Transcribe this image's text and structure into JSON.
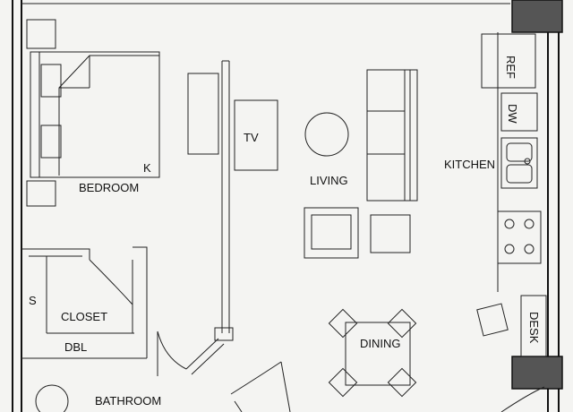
{
  "plan": {
    "rooms": {
      "bedroom": "BEDROOM",
      "living": "LIVING",
      "kitchen": "KITCHEN",
      "closet": "CLOSET",
      "dining": "DINING",
      "bathroom": "BATHROOM"
    },
    "fixtures": {
      "tv": "TV",
      "ref": "REF",
      "dw": "DW",
      "desk": "DESK",
      "bed_king": "K",
      "closet_shelf": "S",
      "closet_double": "DBL"
    },
    "colors": {
      "line": "#111111",
      "column": "#555555",
      "paper": "#f4f4f2"
    }
  }
}
